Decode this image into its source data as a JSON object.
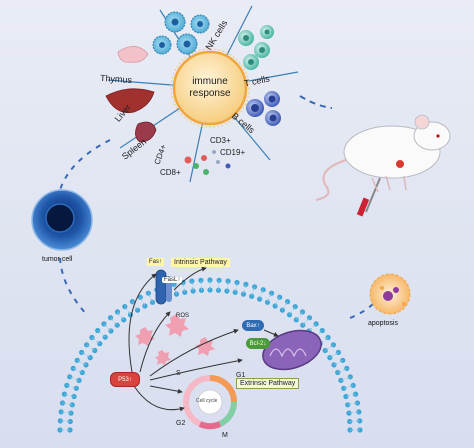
{
  "center": {
    "title_line1": "immune",
    "title_line2": "response"
  },
  "organs": {
    "thymus": "Thymus",
    "liver": "Liver",
    "spleen": "Spleen"
  },
  "cells": {
    "nk": "NK cells",
    "t": "T cells",
    "b": "B cells"
  },
  "markers": {
    "cd4": "CD4+",
    "cd8": "CD8+",
    "cd3": "CD3+",
    "cd19": "CD19+"
  },
  "tumor_cell_label": "tumor cell",
  "apoptosis_label": "apoptosis",
  "pathways": {
    "intrinsic": "Intrinsic Pathway",
    "extrinsic": "Extrinsic Pathway"
  },
  "proteins": {
    "fas": "Fas↑",
    "fasl": "FasL↑",
    "ros": "ROS",
    "p53": "P53↑",
    "bax": "Bax↑",
    "bcl2": "Bcl-2↓"
  },
  "cell_cycle": {
    "title": "Cell cycle",
    "s": "S",
    "g1": "G1",
    "g2": "G2",
    "m": "M"
  },
  "colors": {
    "circle_fill": "#f6d79a",
    "circle_edge": "#f1b24f",
    "membrane": "#3fa7d6",
    "tumor": "#1f4f9c",
    "mito": "#7a56a8",
    "p53": "#d8433e",
    "bax": "#2f6bb3",
    "bcl2": "#4a9a3a",
    "fas": "#3570b8"
  }
}
